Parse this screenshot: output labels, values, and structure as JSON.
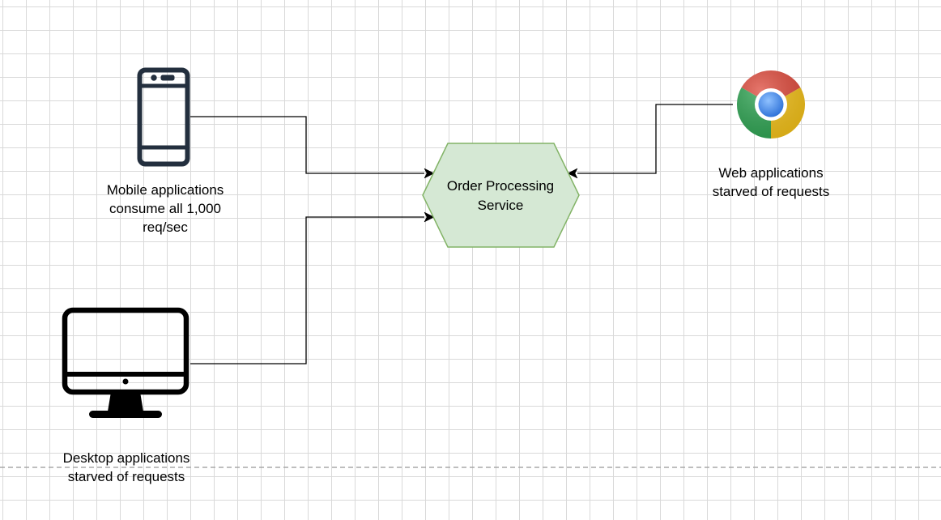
{
  "colors": {
    "service_fill": "#d5e8d4",
    "service_stroke": "#82b366",
    "connector": "#000000",
    "icon_dark": "#232f3e"
  },
  "nodes": {
    "mobile": {
      "icon": "mobile-phone-icon",
      "label_lines": [
        "Mobile applications",
        "consume all 1,000",
        "req/sec"
      ]
    },
    "web": {
      "icon": "chrome-browser-icon",
      "label_lines": [
        "Web applications",
        "starved of requests"
      ]
    },
    "desktop": {
      "icon": "desktop-monitor-icon",
      "label_lines": [
        "Desktop applications",
        "starved of requests"
      ]
    },
    "service": {
      "shape": "hexagon",
      "label_lines": [
        "Order Processing",
        "Service"
      ]
    }
  },
  "edges": [
    {
      "from": "mobile",
      "to": "service"
    },
    {
      "from": "desktop",
      "to": "service"
    },
    {
      "from": "web",
      "to": "service"
    }
  ]
}
